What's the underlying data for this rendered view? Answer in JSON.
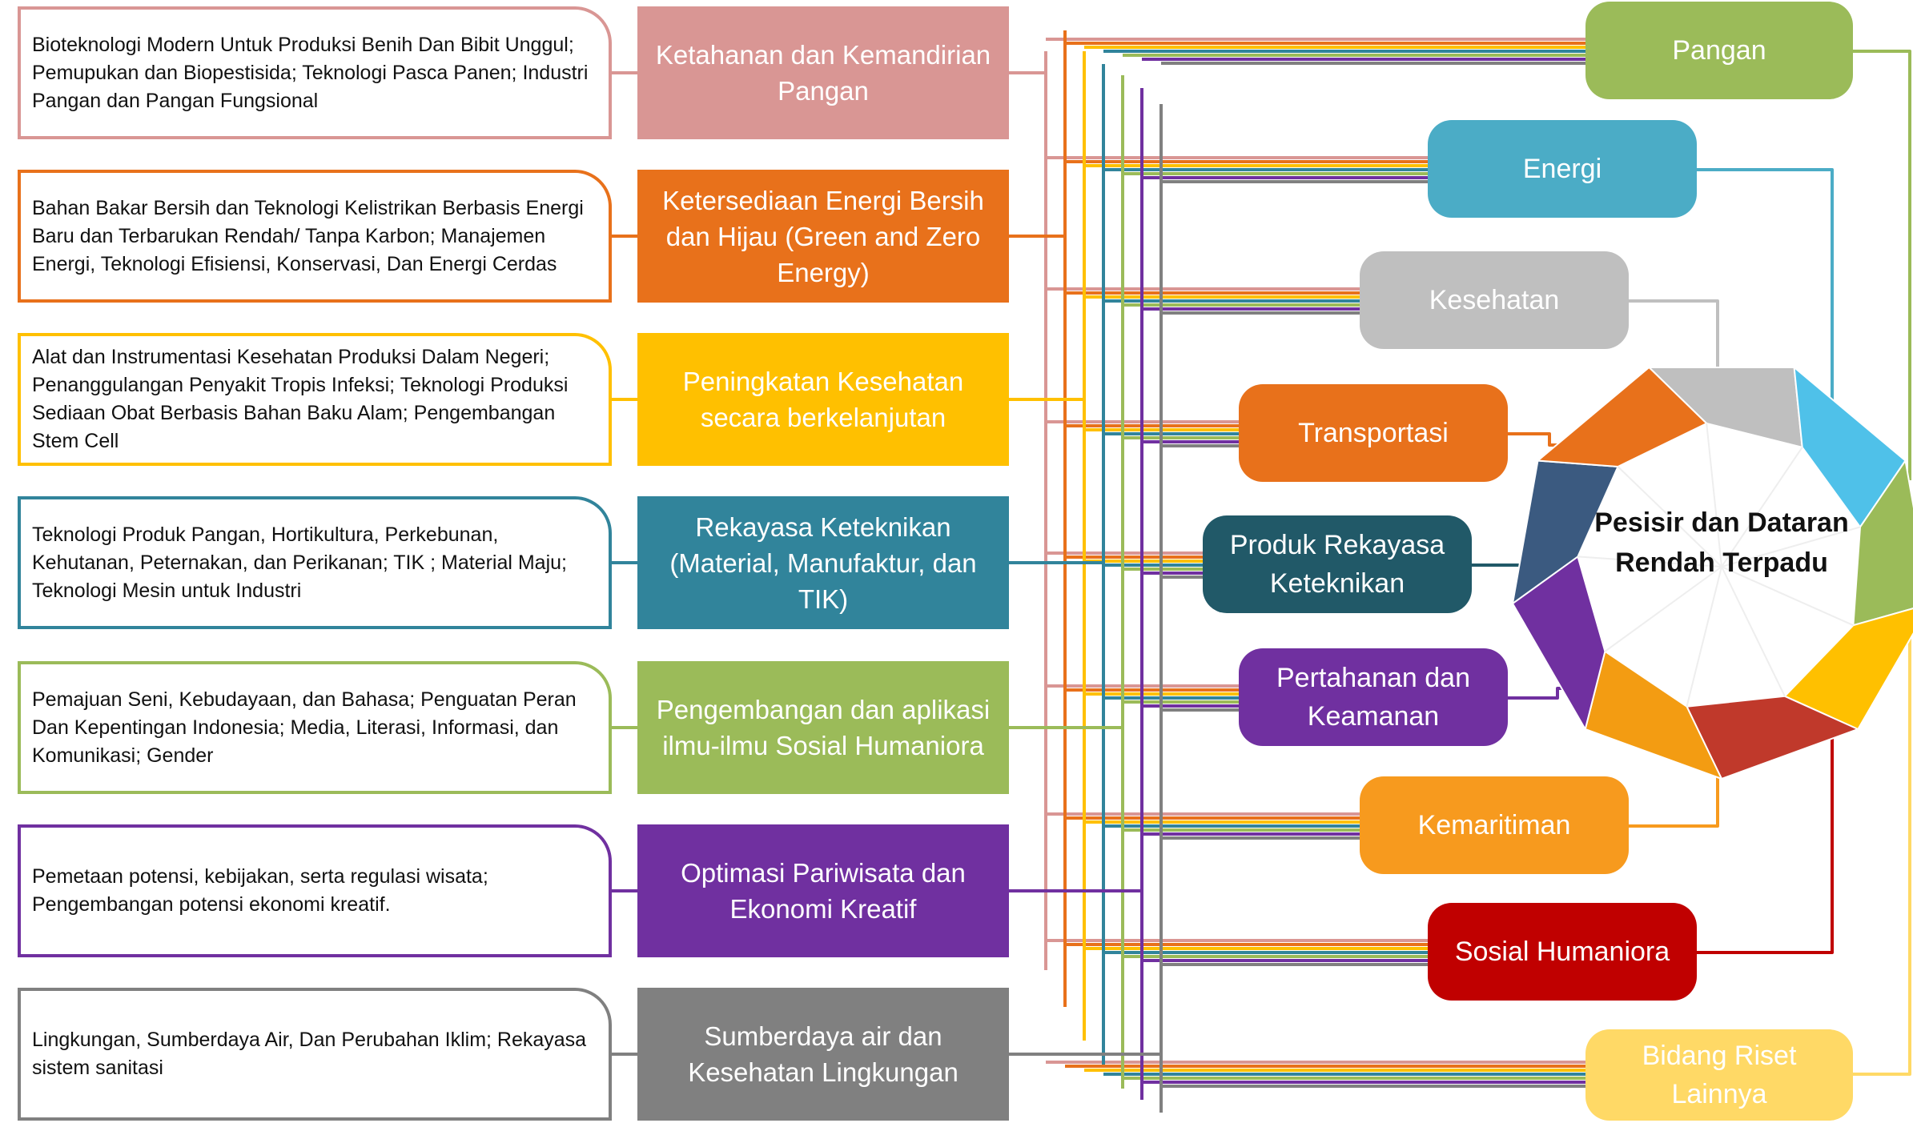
{
  "title": "",
  "programs": [
    {
      "description": "Bioteknologi Modern Untuk Produksi Benih Dan Bibit Unggul; Pemupukan dan Biopestisida; Teknologi Pasca Panen; Industri Pangan dan Pangan Fungsional",
      "label": "Ketahanan dan Kemandirian Pangan",
      "color": "#D99694"
    },
    {
      "description": "Bahan Bakar Bersih dan Teknologi Kelistrikan Berbasis Energi Baru dan Terbarukan Rendah/ Tanpa Karbon; Manajemen Energi, Teknologi Efisiensi, Konservasi, Dan Energi Cerdas",
      "label": "Ketersediaan Energi Bersih dan Hijau (Green and Zero Energy)",
      "color": "#E8711B"
    },
    {
      "description": "Alat dan Instrumentasi Kesehatan Produksi Dalam Negeri; Penanggulangan Penyakit Tropis Infeksi; Teknologi Produksi Sediaan Obat Berbasis Bahan Baku Alam; Pengembangan Stem Cell",
      "label": "Peningkatan Kesehatan secara berkelanjutan",
      "color": "#FFC000"
    },
    {
      "description": "Teknologi Produk Pangan, Hortikultura, Perkebunan, Kehutanan, Peternakan, dan Perikanan; TIK ; Material Maju; Teknologi Mesin untuk Industri",
      "label": "Rekayasa Keteknikan (Material, Manufaktur, dan TIK)",
      "color": "#31849B"
    },
    {
      "description": "Pemajuan Seni, Kebudayaan, dan Bahasa; Penguatan Peran Dan Kepentingan Indonesia; Media, Literasi, Informasi, dan Komunikasi; Gender",
      "label": "Pengembangan dan aplikasi ilmu-ilmu Sosial Humaniora",
      "color": "#9BBB59"
    },
    {
      "description": "Pemetaan potensi, kebijakan, serta regulasi wisata; Pengembangan potensi ekonomi kreatif.",
      "label": "Optimasi Pariwisata dan Ekonomi Kreatif",
      "color": "#7030A0"
    },
    {
      "description": "Lingkungan, Sumberdaya Air, Dan Perubahan Iklim; Rekayasa sistem sanitasi",
      "label": "Sumberdaya air dan Kesehatan Lingkungan",
      "color": "#808080"
    }
  ],
  "focus_areas": [
    {
      "label": "Pangan",
      "color": "#9BBB59"
    },
    {
      "label": "Energi",
      "color": "#4BACC6"
    },
    {
      "label": "Kesehatan",
      "color": "#BFBFBF"
    },
    {
      "label": "Transportasi",
      "color": "#E8711B"
    },
    {
      "label": "Produk Rekayasa Keteknikan",
      "color": "#215968"
    },
    {
      "label": "Pertahanan dan Keamanan",
      "color": "#7030A0"
    },
    {
      "label": "Kemaritiman",
      "color": "#F79A1E"
    },
    {
      "label": "Sosial Humaniora",
      "color": "#C00000"
    },
    {
      "label": "Bidang Riset Lainnya",
      "color": "#FFD966"
    }
  ],
  "hub": {
    "label": "Pesisir dan Dataran Rendah Terpadu",
    "segment_colors": [
      "#BFBFBF",
      "#4FC1E9",
      "#9BBB59",
      "#FFC000",
      "#C0392B",
      "#F39C12",
      "#7030A0",
      "#3B5A80",
      "#E8711B"
    ]
  }
}
